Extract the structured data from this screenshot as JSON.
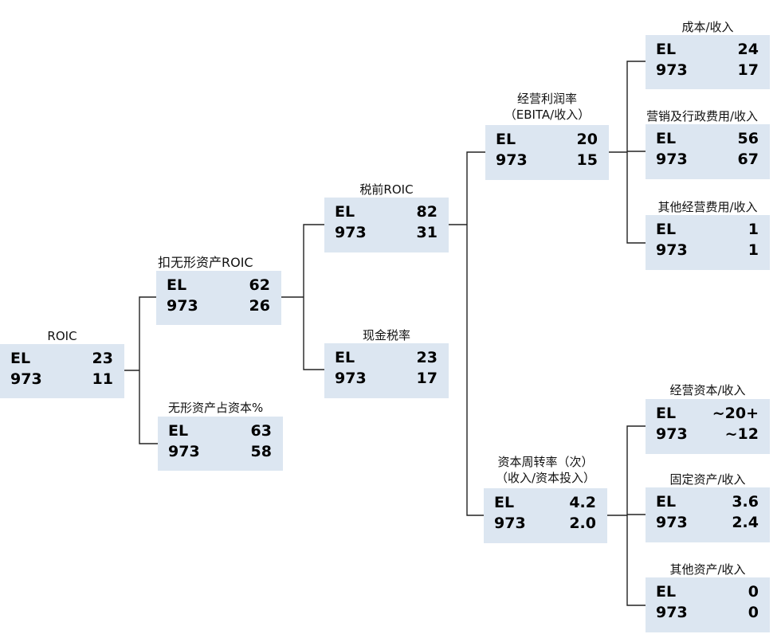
{
  "nodes": {
    "roic": {
      "label": [
        "ROIC"
      ],
      "rows": [
        [
          "EL",
          "23"
        ],
        [
          "973",
          "11"
        ]
      ]
    },
    "roic_ex_intangible": {
      "label": [
        "扣无形资产ROIC"
      ],
      "rows": [
        [
          "EL",
          "62"
        ],
        [
          "973",
          "26"
        ]
      ]
    },
    "intangible_share": {
      "label": [
        "无形资产占资本%"
      ],
      "rows": [
        [
          "EL",
          "63"
        ],
        [
          "973",
          "58"
        ]
      ]
    },
    "pretax_roic": {
      "label": [
        "税前ROIC"
      ],
      "rows": [
        [
          "EL",
          "82"
        ],
        [
          "973",
          "31"
        ]
      ]
    },
    "cash_tax_rate": {
      "label": [
        "现金税率"
      ],
      "rows": [
        [
          "EL",
          "23"
        ],
        [
          "973",
          "17"
        ]
      ]
    },
    "operating_margin": {
      "label": [
        "经营利润率",
        "（EBITA/收入）"
      ],
      "rows": [
        [
          "EL",
          "20"
        ],
        [
          "973",
          "15"
        ]
      ]
    },
    "capital_turnover": {
      "label": [
        "资本周转率（次）",
        "（收入/资本投入）"
      ],
      "rows": [
        [
          "EL",
          "4.2"
        ],
        [
          "973",
          "2.0"
        ]
      ]
    },
    "cost_revenue": {
      "label": [
        "成本/收入"
      ],
      "rows": [
        [
          "EL",
          "24"
        ],
        [
          "973",
          "17"
        ]
      ]
    },
    "sga_revenue": {
      "label": [
        "营销及行政费用/收入"
      ],
      "rows": [
        [
          "EL",
          "56"
        ],
        [
          "973",
          "67"
        ]
      ]
    },
    "other_opex_revenue": {
      "label": [
        "其他经营费用/收入"
      ],
      "rows": [
        [
          "EL",
          "1"
        ],
        [
          "973",
          "1"
        ]
      ]
    },
    "operating_capital_revenue": {
      "label": [
        "经营资本/收入"
      ],
      "rows": [
        [
          "EL",
          "~20+"
        ],
        [
          "973",
          "~12"
        ]
      ]
    },
    "fixed_assets_revenue": {
      "label": [
        "固定资产/收入"
      ],
      "rows": [
        [
          "EL",
          "3.6"
        ],
        [
          "973",
          "2.4"
        ]
      ]
    },
    "other_assets_revenue": {
      "label": [
        "其他资产/收入"
      ],
      "rows": [
        [
          "EL",
          "0"
        ],
        [
          "973",
          "0"
        ]
      ]
    }
  }
}
